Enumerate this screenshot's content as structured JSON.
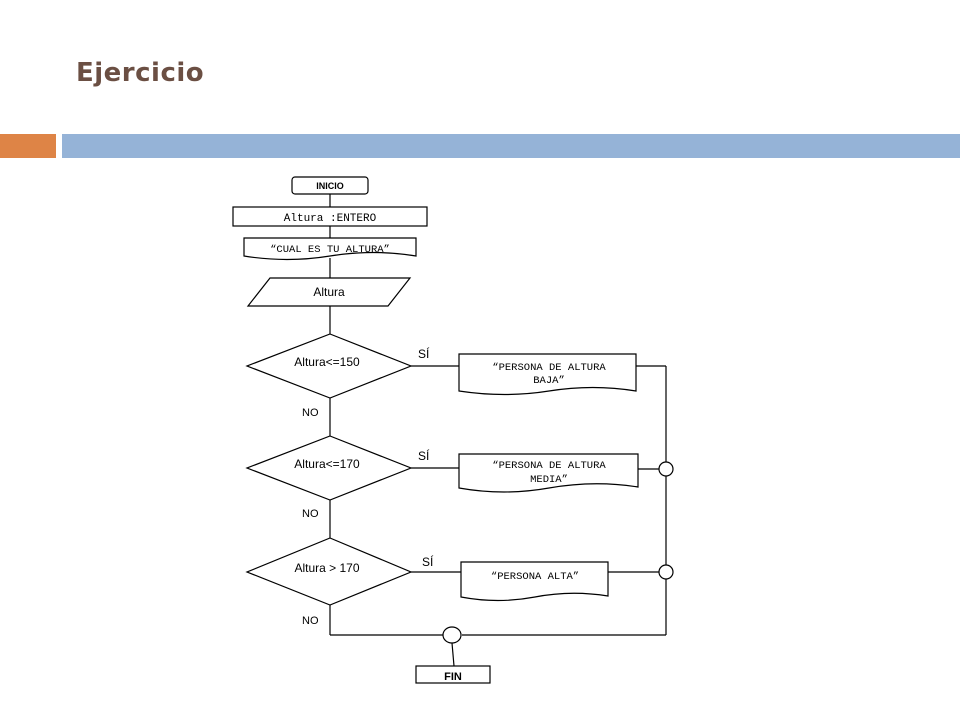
{
  "slide": {
    "title": "Ejercicio",
    "colors": {
      "title": "#6b4f43",
      "accent": "#de8446",
      "band": "#95b3d7",
      "line": "#000000"
    }
  },
  "flowchart": {
    "start": "INICIO",
    "declaration": "Altura :ENTERO",
    "prompt": "“CUAL ES TU ALTURA”",
    "input": "Altura",
    "decisions": [
      {
        "condition": "Altura<=150",
        "yes_label": "SÍ",
        "no_label": "NO",
        "output_line1": "“PERSONA DE ALTURA",
        "output_line2": "BAJA”"
      },
      {
        "condition": "Altura<=170",
        "yes_label": "SÍ",
        "no_label": "NO",
        "output_line1": "“PERSONA DE ALTURA",
        "output_line2": "MEDIA”"
      },
      {
        "condition": "Altura > 170",
        "yes_label": "SÍ",
        "no_label": "NO",
        "output_line1": "“PERSONA ALTA”"
      }
    ],
    "end": "FIN"
  }
}
